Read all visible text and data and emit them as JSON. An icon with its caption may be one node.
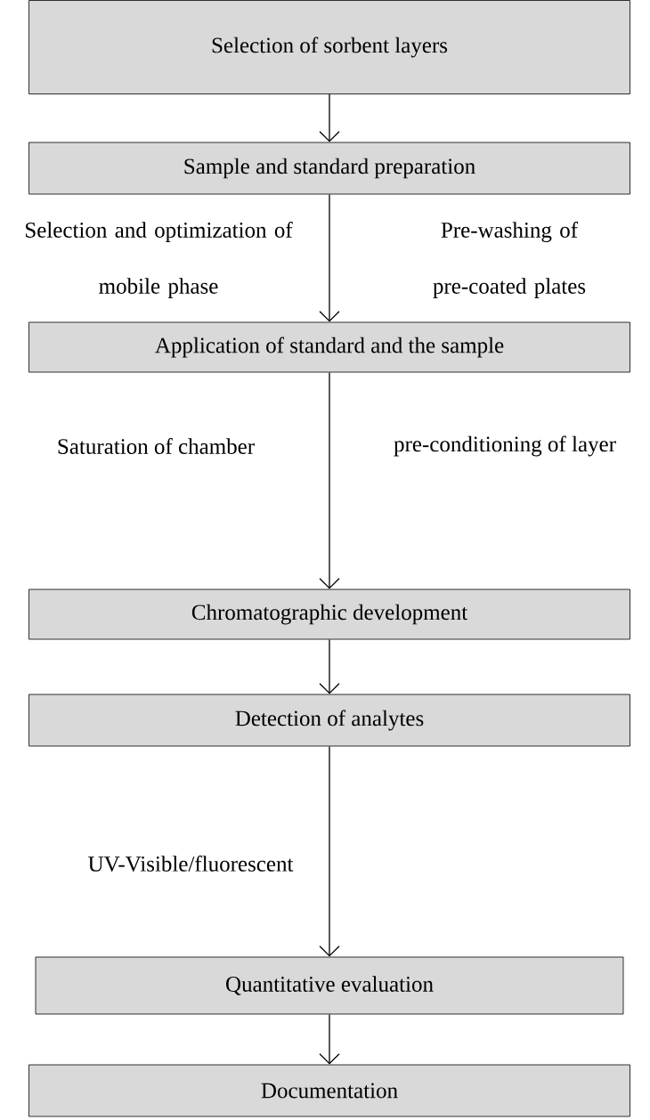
{
  "diagram": {
    "nodes": [
      {
        "text": [
          "Selection of sorbent layers"
        ]
      },
      {
        "text": [
          "Sample and standard preparation"
        ]
      },
      {
        "text": [
          "Application of standard and the sample"
        ]
      },
      {
        "text": [
          "Chromatographic development"
        ]
      },
      {
        "text": [
          "Detection of analytes"
        ]
      },
      {
        "text": [
          "Quantitative evaluation"
        ]
      },
      {
        "text": [
          "Documentation"
        ]
      }
    ],
    "edges": [
      {
        "from": 0,
        "to": 1,
        "arrow": "to"
      },
      {
        "from": 1,
        "to": 2,
        "arrow": "to"
      },
      {
        "from": 2,
        "to": 3,
        "arrow": "to"
      },
      {
        "from": 3,
        "to": 4,
        "arrow": "to"
      },
      {
        "from": 4,
        "to": 5,
        "arrow": "to"
      },
      {
        "from": 5,
        "to": 6,
        "arrow": "to"
      }
    ],
    "labels": [
      "Selection and optimization of mobile phase",
      "Pre-washing of pre-coated plates",
      "Saturation of chamber",
      "pre-conditioning of layer",
      "UV-Visible/fluorescent"
    ]
  }
}
